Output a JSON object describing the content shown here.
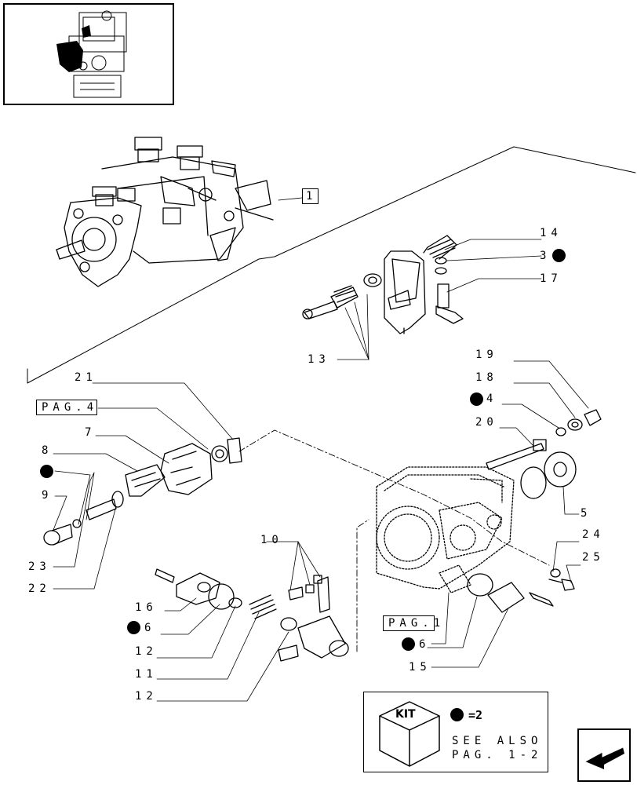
{
  "thumbnail": {
    "icon": "engine-thumbnail-icon"
  },
  "ref_boxes": {
    "b1": "1",
    "pag4": "PAG.4",
    "pag1": "PAG.1"
  },
  "callouts": {
    "c14": "14",
    "c3": "3",
    "c17": "17",
    "c13": "13",
    "c19": "19",
    "c18": "18",
    "c4": "4",
    "c20": "20",
    "c5": "5",
    "c21": "21",
    "c7": "7",
    "c8": "8",
    "c9": "9",
    "c23": "23",
    "c22": "22",
    "c10": "10",
    "c24": "24",
    "c25": "25",
    "c16": "16",
    "c6a": "6",
    "c12a": "12",
    "c11": "11",
    "c12b": "12",
    "c6b": "6",
    "c15": "15"
  },
  "kit": {
    "badge": "KIT",
    "legend": "=2",
    "see_also_1": "SEE ALSO",
    "see_also_2": "PAG. 1-2"
  },
  "nav": {
    "icon": "next-page-arrow-icon"
  }
}
